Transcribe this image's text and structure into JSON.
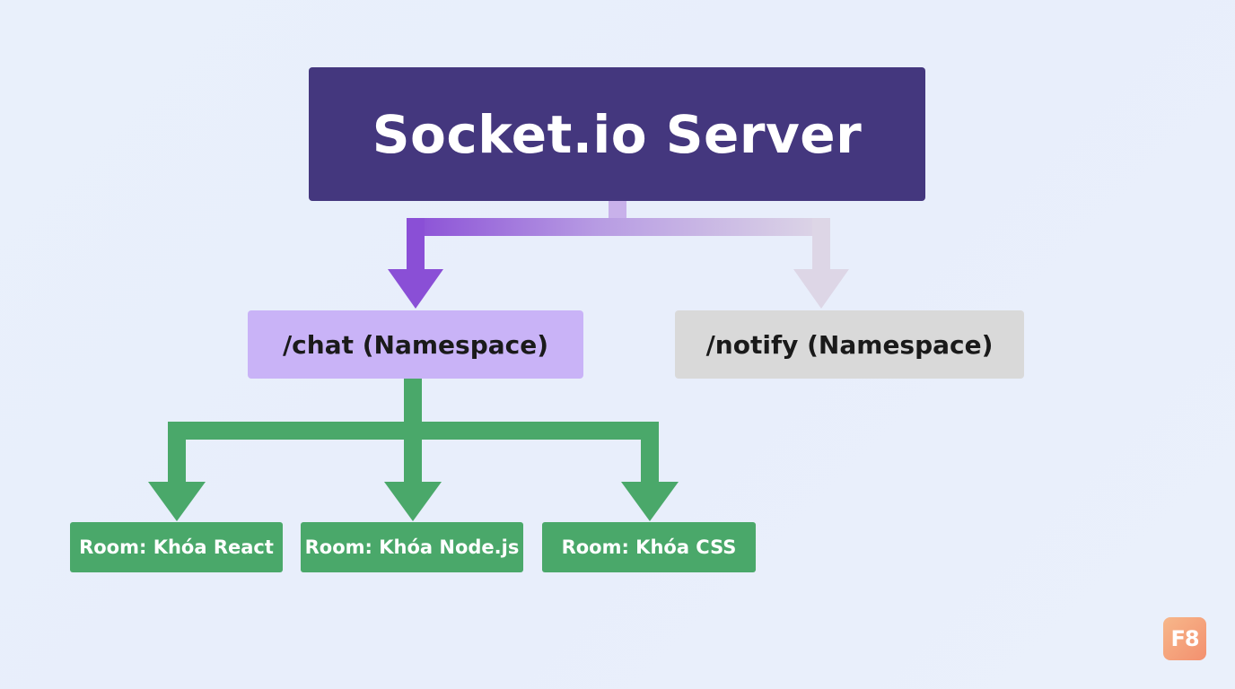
{
  "server": {
    "label": "Socket.io Server"
  },
  "namespaces": [
    {
      "label": "/chat (Namespace)",
      "color": "#c9b3f7",
      "active": true
    },
    {
      "label": "/notify (Namespace)",
      "color": "#d9d9d9",
      "active": false
    }
  ],
  "rooms": [
    {
      "label": "Room: Khóa React"
    },
    {
      "label": "Room: Khóa Node.js"
    },
    {
      "label": "Room: Khóa CSS"
    }
  ],
  "logo": {
    "text": "F8"
  },
  "colors": {
    "server": "#44377e",
    "connector_primary": "#8a4fd6",
    "connector_faded": "#ddd3e6",
    "room": "#4aa86a"
  }
}
